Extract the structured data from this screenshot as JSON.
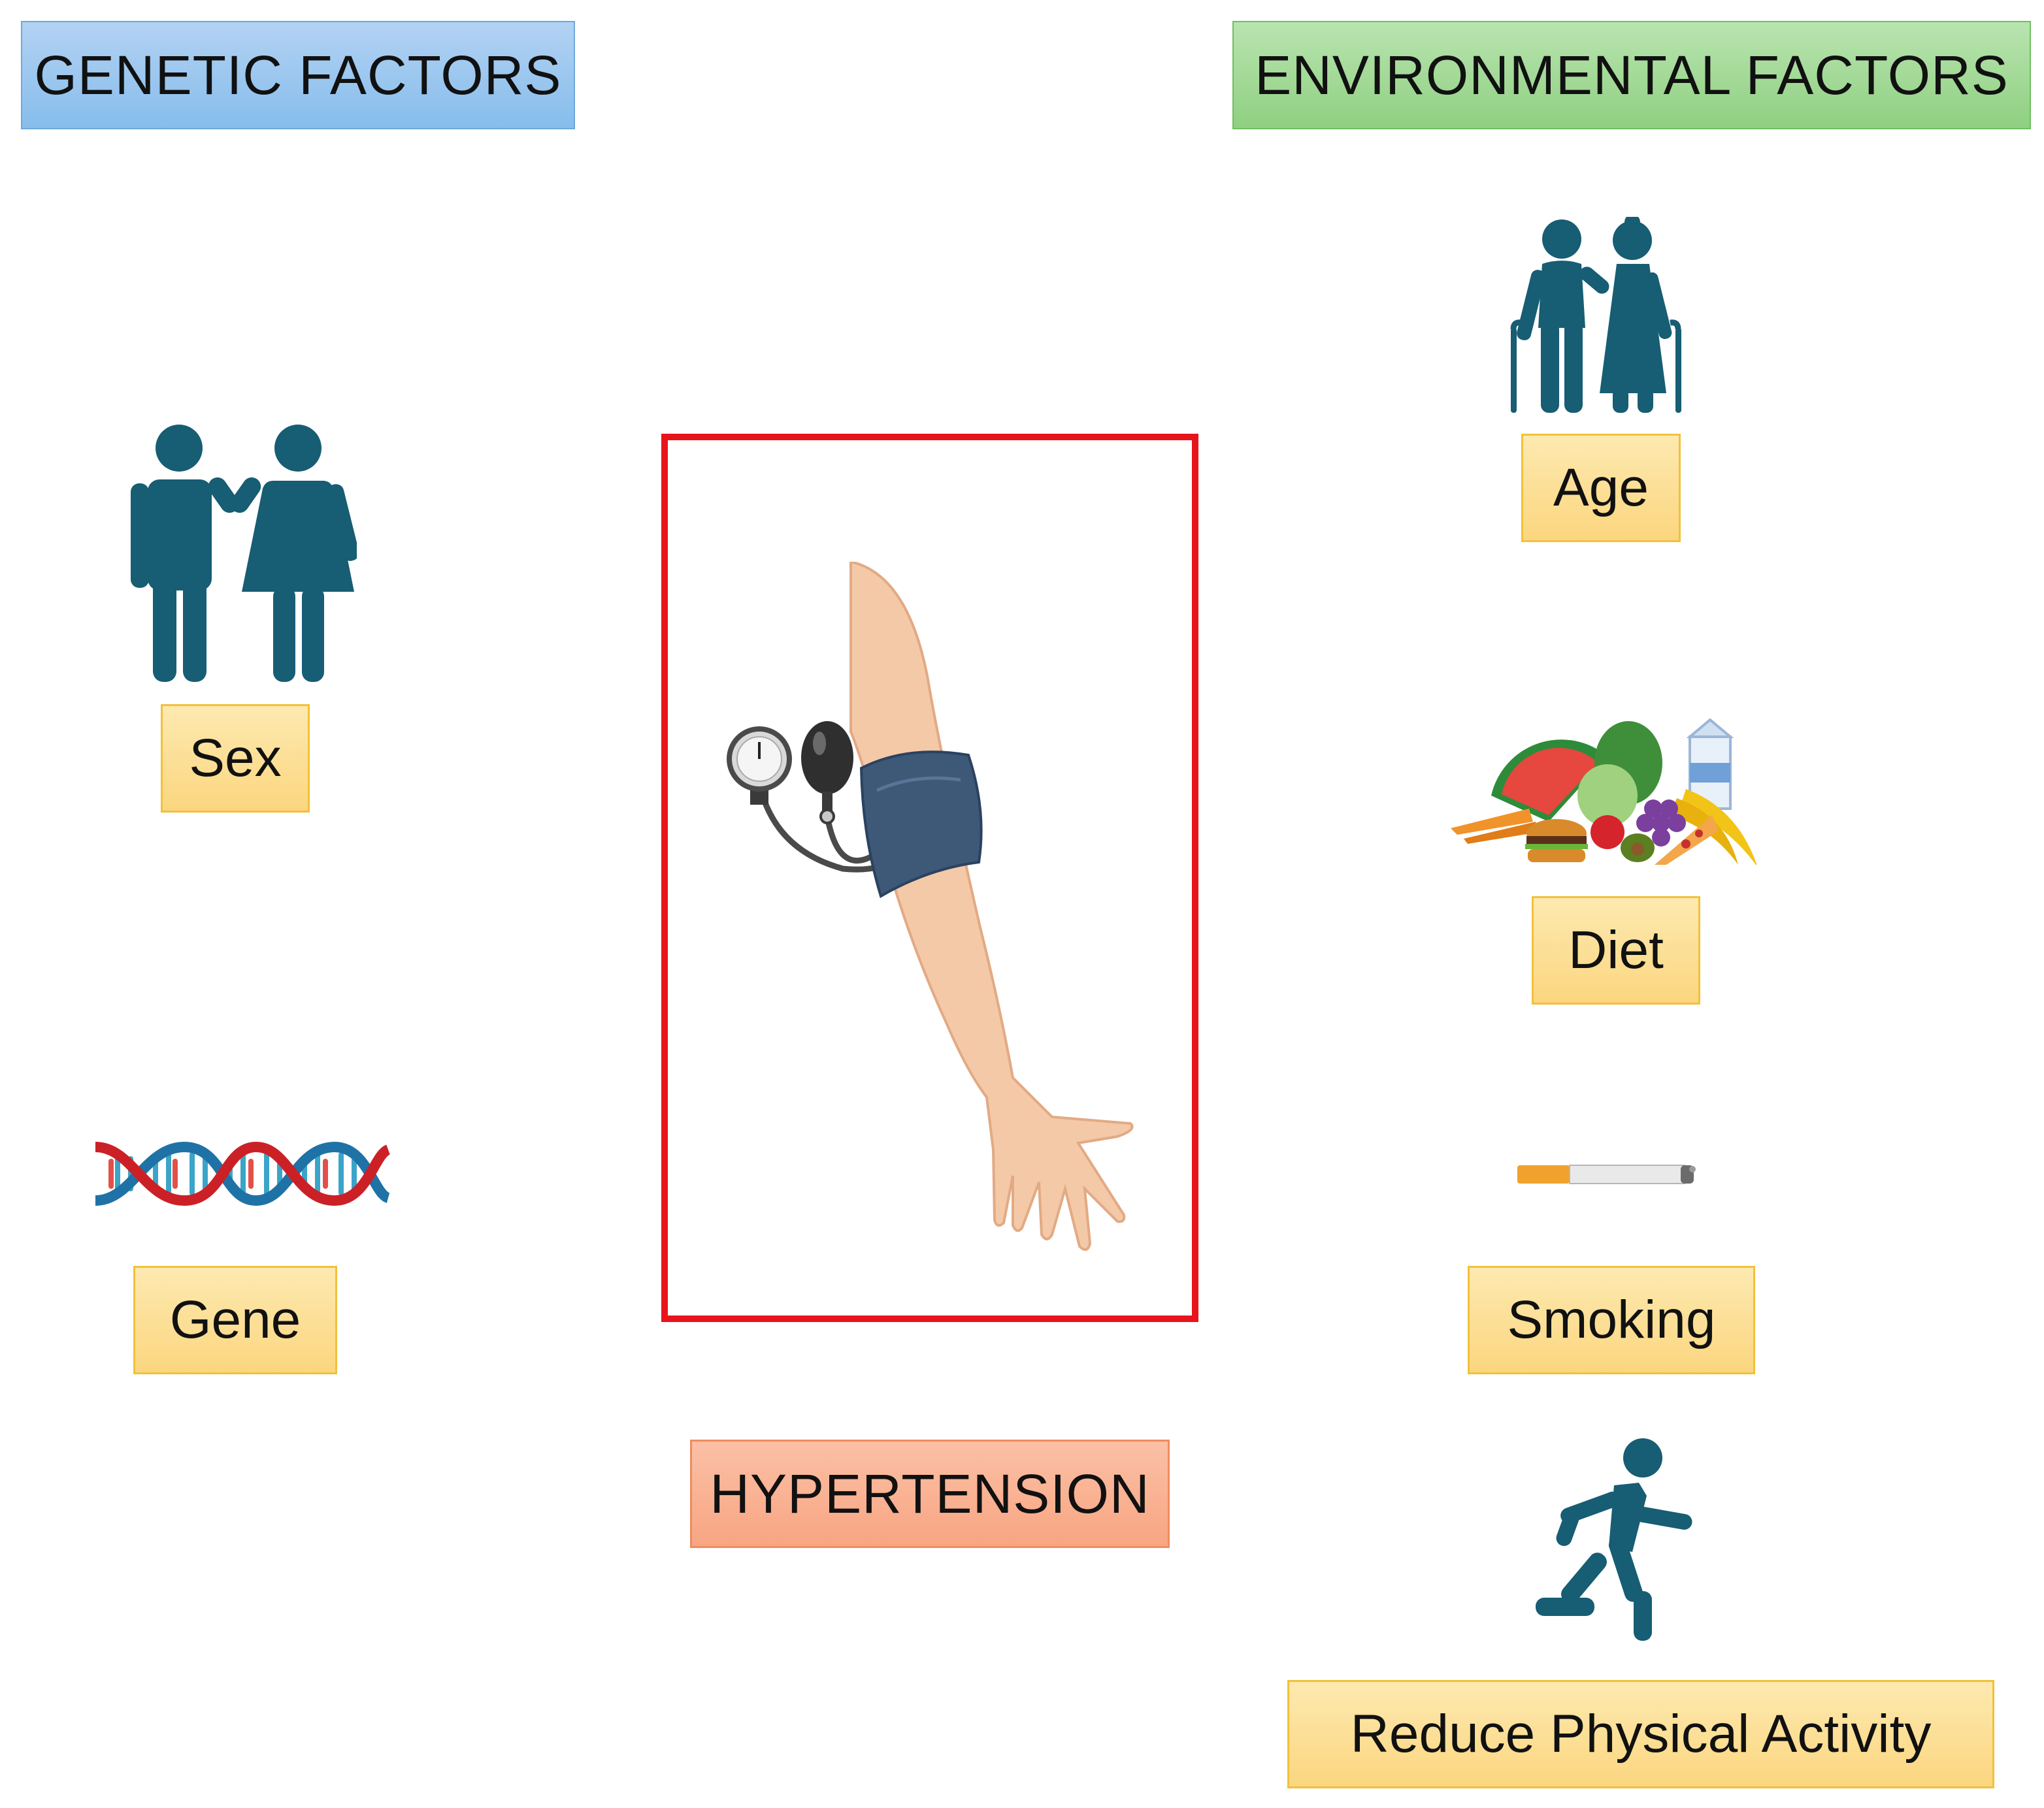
{
  "headers": {
    "genetic": "GENETIC FACTORS",
    "environmental": "ENVIRONMENTAL FACTORS"
  },
  "genetic_factors": [
    {
      "label": "Sex",
      "icon": "couple-icon"
    },
    {
      "label": "Gene",
      "icon": "dna-icon"
    }
  ],
  "environmental_factors": [
    {
      "label": "Age",
      "icon": "elderly-couple-icon"
    },
    {
      "label": "Diet",
      "icon": "food-icon"
    },
    {
      "label": "Smoking",
      "icon": "cigarette-icon"
    },
    {
      "label": "Reduce Physical Activity",
      "icon": "running-person-icon"
    }
  ],
  "center": {
    "label": "HYPERTENSION",
    "icon": "blood-pressure-arm-icon"
  },
  "colors": {
    "icon_teal": "#175d73",
    "genetic_header": "#9dc8f0",
    "environmental_header": "#a5dc97",
    "label_fill": "#fbd67f",
    "hypertension_fill": "#f8a582",
    "frame_red": "#e8141b"
  }
}
